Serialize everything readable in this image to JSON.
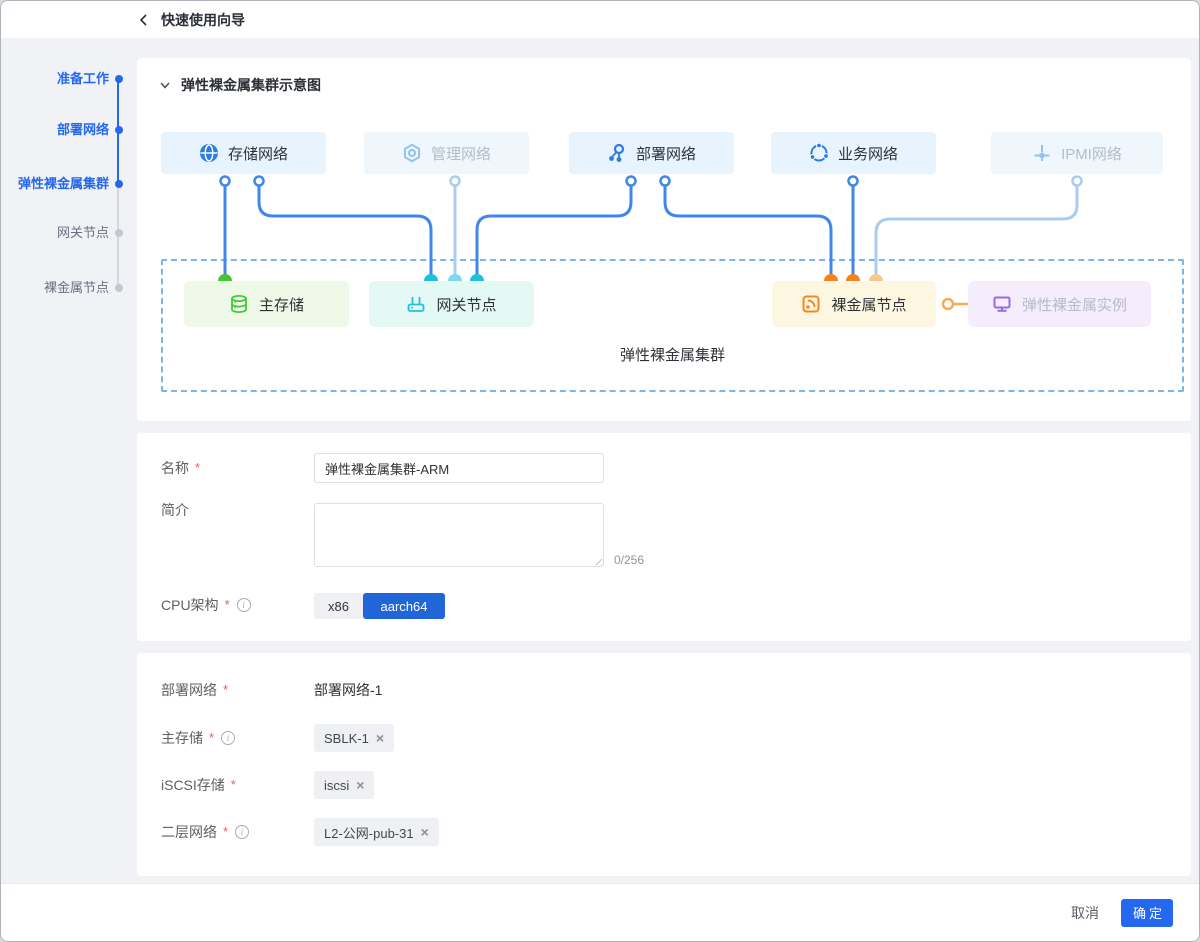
{
  "header": {
    "title": "快速使用向导",
    "back_icon": "chevron-left"
  },
  "stepper": {
    "items": [
      {
        "label": "准备工作",
        "state": "done"
      },
      {
        "label": "部署网络",
        "state": "done"
      },
      {
        "label": "弹性裸金属集群",
        "state": "active"
      },
      {
        "label": "网关节点",
        "state": "pending"
      },
      {
        "label": "裸金属节点",
        "state": "pending"
      }
    ]
  },
  "diagram": {
    "section_title": "弹性裸金属集群示意图",
    "collapse_icon": "chevron-down",
    "cluster_label": "弹性裸金属集群",
    "networks": [
      {
        "label": "存储网络",
        "icon": "globe-icon",
        "active": true
      },
      {
        "label": "管理网络",
        "icon": "hexagon-settings-icon",
        "active": false
      },
      {
        "label": "部署网络",
        "icon": "topology-icon",
        "active": true
      },
      {
        "label": "业务网络",
        "icon": "share-network-icon",
        "active": true
      },
      {
        "label": "IPMI网络",
        "icon": "ipmi-probe-icon",
        "active": false
      }
    ],
    "nodes": [
      {
        "label": "主存储",
        "icon": "database-icon",
        "color": "green"
      },
      {
        "label": "网关节点",
        "icon": "router-icon",
        "color": "cyan"
      },
      {
        "label": "裸金属节点",
        "icon": "baremetal-icon",
        "color": "orange"
      },
      {
        "label": "弹性裸金属实例",
        "icon": "monitor-icon",
        "color": "purple"
      }
    ]
  },
  "form_basic": {
    "name_label": "名称",
    "name_value": "弹性裸金属集群-ARM",
    "desc_label": "简介",
    "desc_value": "",
    "desc_counter": "0/256",
    "cpu_label": "CPU架构",
    "cpu_options": [
      {
        "label": "x86",
        "selected": false
      },
      {
        "label": "aarch64",
        "selected": true
      }
    ]
  },
  "form_network": {
    "deploy_label": "部署网络",
    "deploy_value": "部署网络-1",
    "storage_label": "主存储",
    "storage_tag": "SBLK-1",
    "iscsi_label": "iSCSI存储",
    "iscsi_tag": "iscsi",
    "l2_label": "二层网络",
    "l2_tag": "L2-公网-pub-31",
    "remove_glyph": "×"
  },
  "footer": {
    "cancel_label": "取消",
    "confirm_label": "确定"
  },
  "colors": {
    "accent_blue": "#2468f0",
    "wire_blue": "#3f87ec",
    "wire_light_blue": "#a9ccf3",
    "green": "#45c535",
    "cyan": "#1fbfdd",
    "cyan_light": "#7fd8ef",
    "orange": "#f5821e",
    "orange_light": "#f7c98e",
    "purple": "#9a6ae0",
    "page_bg": "#f0f2f6",
    "dashed_border": "#7ab5ec"
  }
}
